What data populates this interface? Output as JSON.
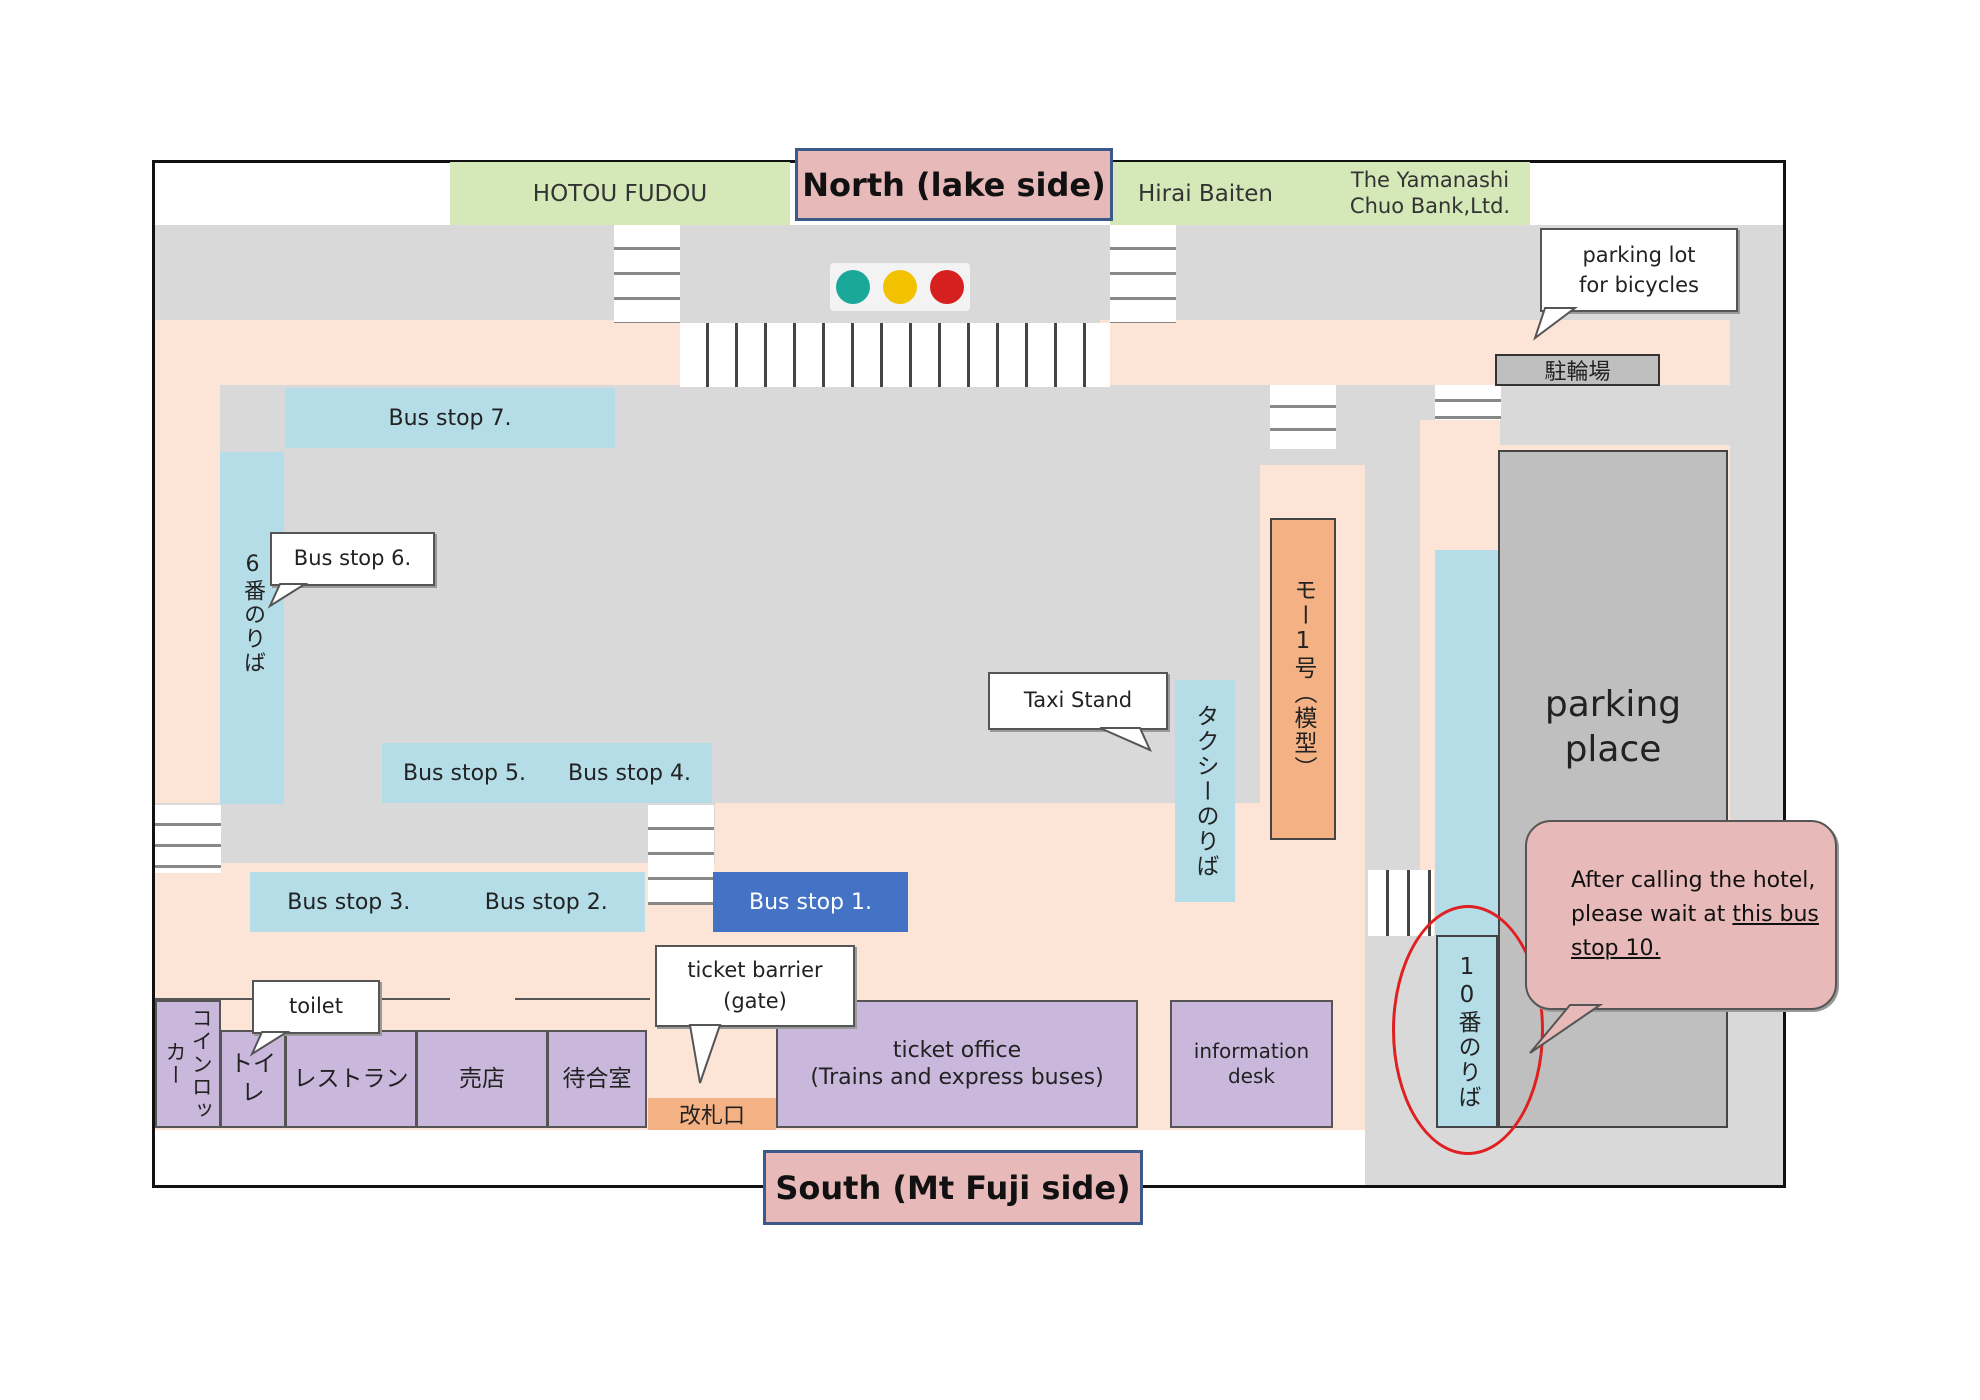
{
  "north_label": "North (lake side)",
  "south_label": "South (Mt Fuji side)",
  "landmarks": {
    "hotou_fudou": "HOTOU FUDOU",
    "hirai_baiten": "Hirai Baiten",
    "yamanashi_bank_line1": "The Yamanashi",
    "yamanashi_bank_line2": "Chuo Bank,Ltd."
  },
  "bicycle_callout": {
    "line1": "parking lot",
    "line2": "for bicycles"
  },
  "bicycle_sign": "駐輪場",
  "bus_stops": {
    "stop7": "Bus stop 7.",
    "stop6_callout": "Bus stop 6.",
    "stop6_jp": "6番のりば",
    "stop5": "Bus stop 5.",
    "stop4": "Bus stop 4.",
    "stop3": "Bus stop 3.",
    "stop2": "Bus stop 2.",
    "stop1": "Bus stop 1.",
    "stop10_jp": "10番のりば"
  },
  "taxi": {
    "callout": "Taxi Stand",
    "jp": "タクシーのりば"
  },
  "model_train": "モー1号（模型）",
  "parking": {
    "line1": "parking",
    "line2": "place"
  },
  "hotel_note": {
    "line1": "After calling the hotel,",
    "line2_prefix": "please wait at ",
    "line2_link": "this bus",
    "line3": "stop 10."
  },
  "facilities": {
    "coin_locker": "コインロッカー",
    "toilet_jp": "トイレ",
    "restaurant": "レストラン",
    "shop": "売店",
    "waiting_room": "待合室",
    "gate_jp": "改札口",
    "ticket_office_line1": "ticket office",
    "ticket_office_line2": "(Trains and express buses)",
    "info_line1": "information",
    "info_line2": "desk"
  },
  "toilet_callout": "toilet",
  "gate_callout": {
    "line1": "ticket barrier",
    "line2": "(gate)"
  },
  "traffic_light_colors": [
    "#1aa89a",
    "#f2c200",
    "#d62020"
  ],
  "accent_colors": {
    "bus_stop": "#b4dde8",
    "bus_stop_1": "#4472c4",
    "highlight_circle": "#e02020",
    "title_fill": "#e8b9b9"
  }
}
